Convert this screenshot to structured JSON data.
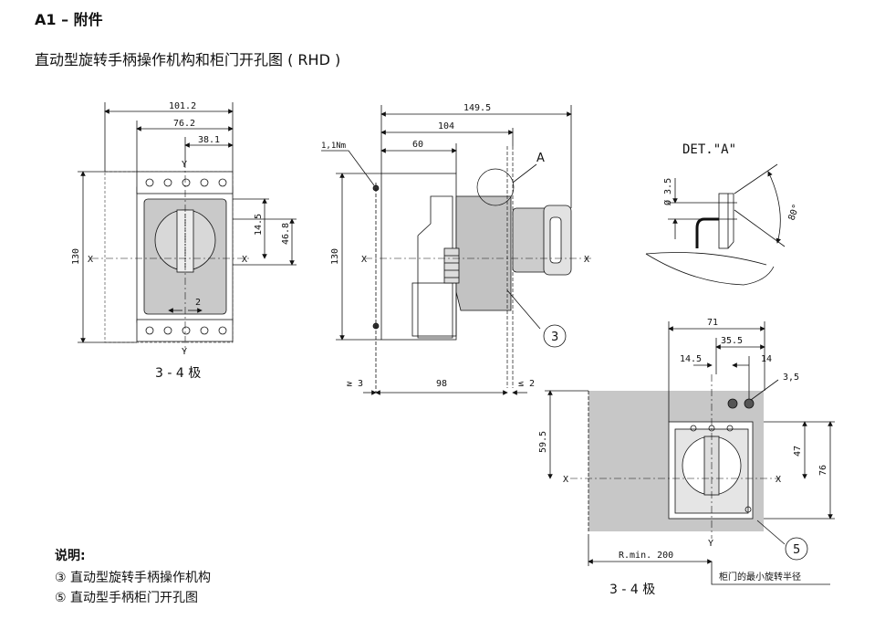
{
  "header": {
    "title": "A1 – 附件",
    "subtitle": "直动型旋转手柄操作机构和柜门开孔图 ( RHD )"
  },
  "front_view": {
    "dims": {
      "w_101_2": "101.2",
      "w_76_2": "76.2",
      "w_38_1": "38.1",
      "h_130": "130",
      "h_14_5": "14.5",
      "h_46_8": "46.8",
      "w_2": "2"
    },
    "axis_x": "X",
    "axis_y": "Y",
    "caption": "3 - 4 极"
  },
  "side_view": {
    "dims": {
      "w_149_5": "149.5",
      "w_104": "104",
      "w_60": "60",
      "h_130": "130",
      "w_ge3": "≥ 3",
      "w_98": "98",
      "w_le2": "≤ 2"
    },
    "torque": "1,1Nm",
    "detail_label": "A",
    "axis_x": "X",
    "callout_3": "3"
  },
  "detail": {
    "title": "DET.\"A\"",
    "dia": "Ø 3.5",
    "angle": "80°"
  },
  "door_cutout": {
    "dims": {
      "w_71": "71",
      "w_35_5": "35.5",
      "w_14_5": "14.5",
      "w_14": "14",
      "d_3_5": "3,5",
      "h_59_5": "59.5",
      "h_47": "47",
      "h_76": "76",
      "r_min": "R.min. 200"
    },
    "axis_x": "X",
    "axis_y": "Y",
    "callout_5": "5",
    "radius_note": "柜门的最小旋转半径",
    "caption": "3 - 4 极"
  },
  "legend": {
    "title": "说明:",
    "items": [
      "③ 直动型旋转手柄操作机构",
      "⑤ 直动型手柄柜门开孔图"
    ]
  }
}
